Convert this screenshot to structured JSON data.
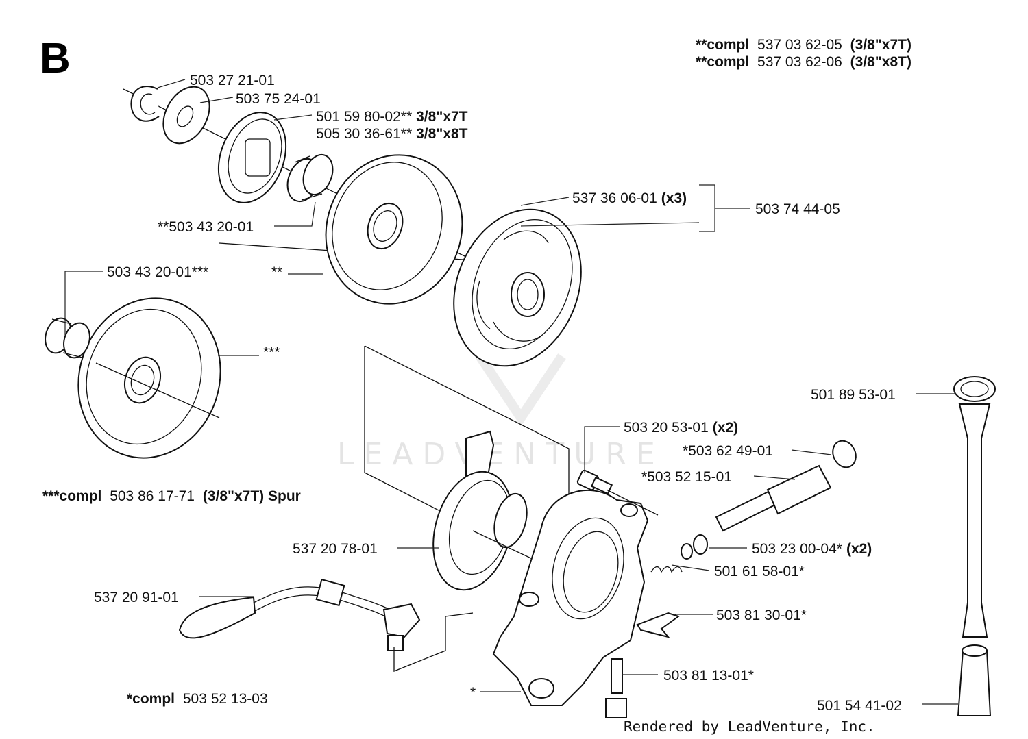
{
  "section_letter": "B",
  "header_notes": [
    {
      "prefix": "**compl",
      "part": "537 03 62-05",
      "suffix": "(3/8\"x7T)"
    },
    {
      "prefix": "**compl",
      "part": "537 03 62-06",
      "suffix": "(3/8\"x8T)"
    }
  ],
  "watermark": "LEADVENTURE",
  "callouts": {
    "c1": "503 27 21-01",
    "c2": "503 75 24-01",
    "c3a": "501 59 80-02**",
    "c3a_b": "3/8\"x7T",
    "c3b": "505 30 36-61**",
    "c3b_b": "3/8\"x8T",
    "c4": "**503 43 20-01",
    "c5": "537 36 06-01",
    "c5_b": "(x3)",
    "c6": "503 74 44-05",
    "c7": "503 43 20-01***",
    "c8": "**",
    "c9": "***",
    "c10": "501 89 53-01",
    "c11": "503 20 53-01",
    "c11_b": "(x2)",
    "c12": "*503 62 49-01",
    "c13": "*503 52 15-01",
    "c14": "537 20 78-01",
    "c15": "503 23 00-04*",
    "c15_b": "(x2)",
    "c16": "501 61 58-01*",
    "c17": "537 20 91-01",
    "c18": "503 81 30-01*",
    "c19": "503 81 13-01*",
    "c20": "*",
    "c21": "501 54 41-02"
  },
  "footer_notes": {
    "spur": {
      "prefix": "***compl",
      "part": "503 86 17-71",
      "suffix": "(3/8\"x7T) Spur"
    },
    "pump": {
      "prefix": "*compl",
      "part": "503 52 13-03"
    }
  },
  "credit": "Rendered by LeadVenture, Inc."
}
